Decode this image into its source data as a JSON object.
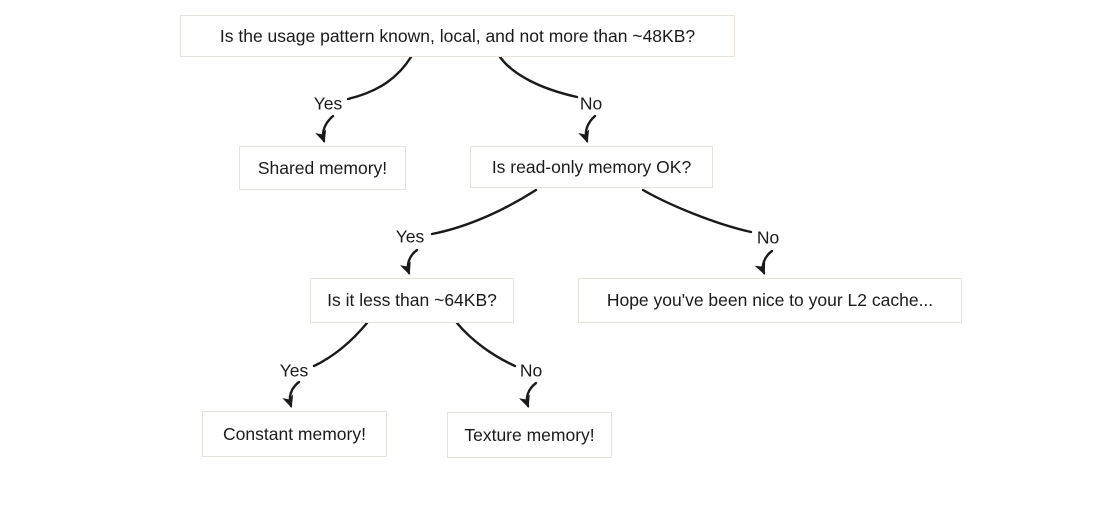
{
  "diagram": {
    "type": "decision-tree",
    "colors": {
      "background": "#ffffff",
      "node_background": "#ffffff",
      "node_border": "#e7e3dc",
      "text": "#1b1b1b",
      "edge_stroke": "#1a1a1a"
    },
    "nodes": [
      {
        "id": "q-usage-pattern",
        "kind": "question",
        "label": "Is the usage pattern known, local, and not more than ~48KB?"
      },
      {
        "id": "a-shared-memory",
        "kind": "answer",
        "label": "Shared memory!"
      },
      {
        "id": "q-readonly-memory",
        "kind": "question",
        "label": "Is read-only memory OK?"
      },
      {
        "id": "q-less-than-64kb",
        "kind": "question",
        "label": "Is it less than ~64KB?"
      },
      {
        "id": "a-l2-cache",
        "kind": "answer",
        "label": "Hope you've been nice to your L2 cache..."
      },
      {
        "id": "a-constant-memory",
        "kind": "answer",
        "label": "Constant memory!"
      },
      {
        "id": "a-texture-memory",
        "kind": "answer",
        "label": "Texture memory!"
      }
    ],
    "edges": [
      {
        "from": "q-usage-pattern",
        "to": "a-shared-memory",
        "label": "Yes"
      },
      {
        "from": "q-usage-pattern",
        "to": "q-readonly-memory",
        "label": "No"
      },
      {
        "from": "q-readonly-memory",
        "to": "q-less-than-64kb",
        "label": "Yes"
      },
      {
        "from": "q-readonly-memory",
        "to": "a-l2-cache",
        "label": "No"
      },
      {
        "from": "q-less-than-64kb",
        "to": "a-constant-memory",
        "label": "Yes"
      },
      {
        "from": "q-less-than-64kb",
        "to": "a-texture-memory",
        "label": "No"
      }
    ]
  }
}
